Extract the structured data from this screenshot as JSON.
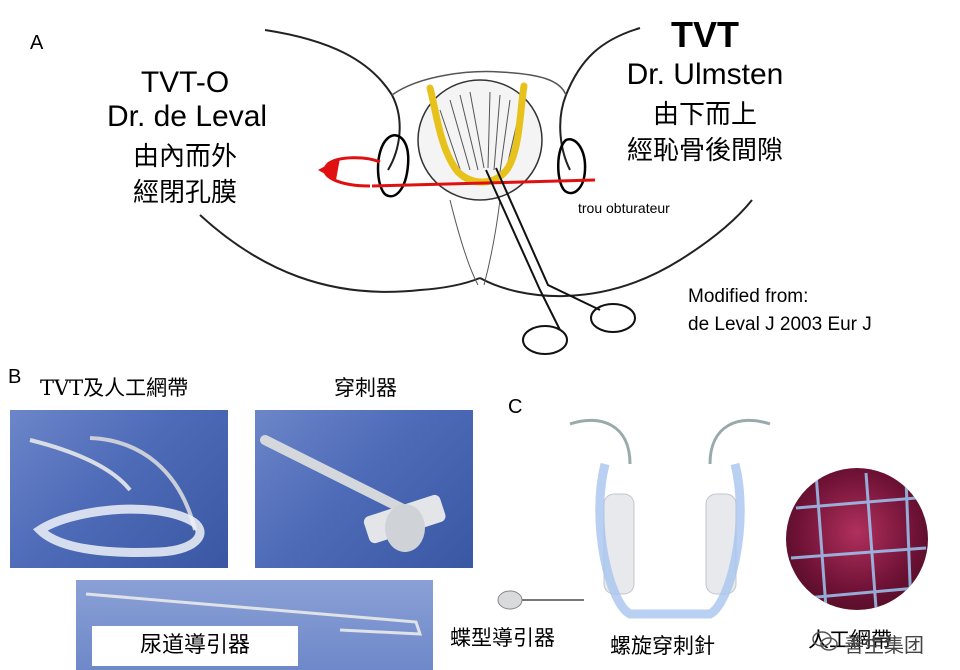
{
  "panel_a": {
    "letter": "A",
    "tvt_o": {
      "title": "TVT-O",
      "author": "Dr. de Leval",
      "line1": "由內而外",
      "line2": "經閉孔膜"
    },
    "tvt": {
      "title": "TVT",
      "author": "Dr. Ulmsten",
      "line1": "由下而上",
      "line2": "經恥骨後間隙"
    },
    "anatomy_label": "trou obturateur",
    "credit_line1": "Modified from:",
    "credit_line2": "de Leval J 2003 Eur J",
    "colors": {
      "tvt_path": "#e8c21c",
      "tvt_o_path": "#e01010"
    }
  },
  "panel_b": {
    "letter": "B",
    "label_tape": "TVT及人工網帶",
    "label_introducer": "穿刺器",
    "label_guide": "尿道導引器"
  },
  "panel_c": {
    "letter": "C",
    "label_butterfly": "蝶型導引器",
    "label_helical": "螺旋穿刺針",
    "label_mesh": "人工網帶"
  },
  "watermark": {
    "text": "善生集团",
    "icon": "wechat-icon"
  }
}
